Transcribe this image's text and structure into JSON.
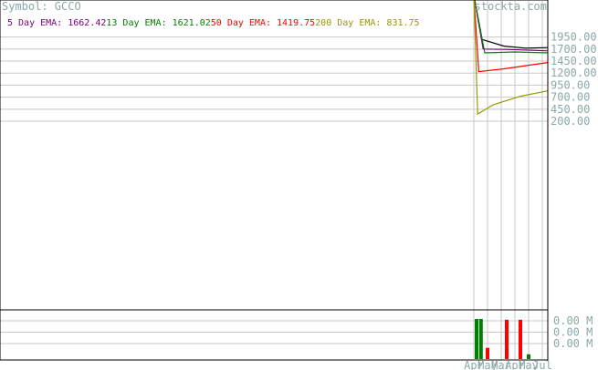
{
  "header": {
    "symbol": "Symbol: GCCO",
    "brand": "stockta.com"
  },
  "colors": {
    "frame": "#000000",
    "grid": "#c8c8c8",
    "tick_text": "#8aa8a8",
    "symbol_text": "#8aa8a8",
    "brand_text": "#8aa8a8",
    "price": "#000000",
    "ema5": "#800080",
    "ema13": "#008000",
    "ema50": "#ff0000",
    "ema200": "#999900",
    "volume_up": "#008000",
    "volume_down": "#ff0000"
  },
  "chart_data": {
    "type": "line",
    "legend": [
      {
        "label": "5 Day EMA: 1662.42",
        "color": "#800080"
      },
      {
        "label": "13 Day EMA: 1621.02",
        "color": "#008000"
      },
      {
        "label": "50 Day EMA: 1419.75",
        "color": "#ff0000"
      },
      {
        "label": "200 Day EMA: 831.75",
        "color": "#999900"
      }
    ],
    "y_ticks": [
      "1950.00",
      "1700.00",
      "1450.00",
      "1200.00",
      "950.00",
      "700.00",
      "450.00",
      "200.00"
    ],
    "y_tick_values": [
      1950,
      1700,
      1450,
      1200,
      950,
      700,
      450,
      200
    ],
    "ylim": [
      -3700,
      2700
    ],
    "x_ticks": [
      "Apr",
      "May",
      "Mar",
      "Apr",
      "May",
      "Jul"
    ],
    "x_range": [
      0,
      100
    ],
    "x_tick_positions": [
      86.5,
      89.0,
      91.5,
      94.0,
      96.5,
      99.0
    ],
    "series": [
      {
        "key": "price",
        "color": "#000000",
        "points": [
          [
            86.5,
            8000
          ],
          [
            88.0,
            1900
          ],
          [
            92,
            1760
          ],
          [
            96,
            1720
          ],
          [
            100,
            1730
          ]
        ]
      },
      {
        "key": "ema5",
        "color": "#800080",
        "points": [
          [
            86.5,
            8000
          ],
          [
            88.2,
            1700
          ],
          [
            93,
            1690
          ],
          [
            100,
            1662
          ]
        ]
      },
      {
        "key": "ema13",
        "color": "#008000",
        "points": [
          [
            86.5,
            8000
          ],
          [
            88.5,
            1620
          ],
          [
            94,
            1640
          ],
          [
            100,
            1621
          ]
        ]
      },
      {
        "key": "ema50",
        "color": "#ff0000",
        "points": [
          [
            86.5,
            8000
          ],
          [
            87.4,
            1230
          ],
          [
            92,
            1290
          ],
          [
            100,
            1420
          ]
        ]
      },
      {
        "key": "ema200",
        "color": "#999900",
        "points": [
          [
            86.5,
            8000
          ],
          [
            87.2,
            350
          ],
          [
            90,
            540
          ],
          [
            95,
            720
          ],
          [
            100,
            832
          ]
        ]
      }
    ],
    "volume": {
      "y_ticks": [
        "0.00 M",
        "0.00 M",
        "0.00 M"
      ],
      "bars": [
        {
          "x": 87.0,
          "value": 1.0,
          "color": "#008000"
        },
        {
          "x": 87.8,
          "value": 1.0,
          "color": "#008000"
        },
        {
          "x": 89.0,
          "value": 0.28,
          "color": "#ff0000"
        },
        {
          "x": 92.5,
          "value": 0.98,
          "color": "#ff0000"
        },
        {
          "x": 95.0,
          "value": 0.98,
          "color": "#ff0000"
        },
        {
          "x": 96.5,
          "value": 0.12,
          "color": "#008000"
        }
      ]
    }
  }
}
